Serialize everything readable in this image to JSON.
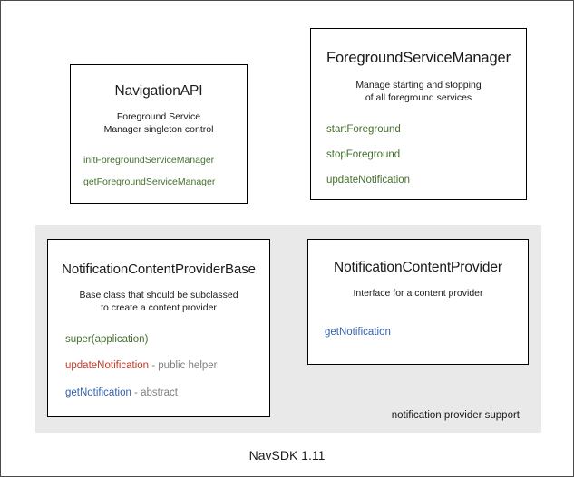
{
  "diagram": {
    "footer_version": "NavSDK 1.11",
    "panel": {
      "label": "notification provider support"
    },
    "colors": {
      "method_green": "#45702e",
      "method_red": "#c0392b",
      "method_blue": "#3461b0",
      "note_gray": "#808080",
      "panel_background": "#e9e9e9",
      "box_border": "#000000"
    },
    "boxes": {
      "navigation_api": {
        "title": "NavigationAPI",
        "description_line1": "Foreground Service",
        "description_line2": "Manager singleton control",
        "members": [
          {
            "name": "initForegroundServiceManager",
            "note": ""
          },
          {
            "name": "getForegroundServiceManager",
            "note": ""
          }
        ]
      },
      "foreground_service_manager": {
        "title": "ForegroundServiceManager",
        "description_line1": "Manage starting and stopping",
        "description_line2": "of all foreground services",
        "members": [
          {
            "name": "startForeground",
            "note": ""
          },
          {
            "name": "stopForeground",
            "note": ""
          },
          {
            "name": "updateNotification",
            "note": ""
          }
        ]
      },
      "notification_content_provider_base": {
        "title": "NotificationContentProviderBase",
        "description_line1": "Base class that should be subclassed",
        "description_line2": "to create a content provider",
        "members": [
          {
            "name": "super(application)",
            "note": ""
          },
          {
            "name": "updateNotification",
            "note": " - public helper"
          },
          {
            "name": "getNotification",
            "note": " - abstract"
          }
        ]
      },
      "notification_content_provider": {
        "title": "NotificationContentProvider",
        "description_line1": "Interface for a content provider",
        "description_line2": "",
        "members": [
          {
            "name": "getNotification",
            "note": ""
          }
        ]
      }
    }
  }
}
